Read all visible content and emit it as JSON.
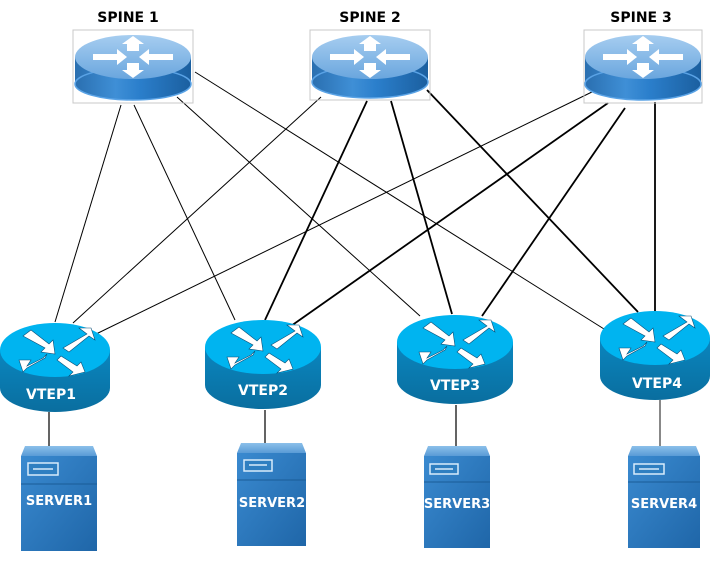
{
  "diagram": {
    "type": "spine-leaf network topology",
    "colors": {
      "spine_top": "#7ab2e3",
      "spine_body": "#1e73be",
      "vtep_top": "#00b4f0",
      "vtep_body": "#0a7db5",
      "server_body": "#2f7fc1",
      "link": "#000000"
    },
    "spines": [
      {
        "id": "spine1",
        "label": "SPINE 1"
      },
      {
        "id": "spine2",
        "label": "SPINE 2"
      },
      {
        "id": "spine3",
        "label": "SPINE 3"
      }
    ],
    "vteps": [
      {
        "id": "vtep1",
        "label": "VTEP1"
      },
      {
        "id": "vtep2",
        "label": "VTEP2"
      },
      {
        "id": "vtep3",
        "label": "VTEP3"
      },
      {
        "id": "vtep4",
        "label": "VTEP4"
      }
    ],
    "servers": [
      {
        "id": "server1",
        "label": "SERVER1",
        "connected_to": "vtep1"
      },
      {
        "id": "server2",
        "label": "SERVER2",
        "connected_to": "vtep2"
      },
      {
        "id": "server3",
        "label": "SERVER3",
        "connected_to": "vtep3"
      },
      {
        "id": "server4",
        "label": "SERVER4",
        "connected_to": "vtep4"
      }
    ],
    "links": [
      {
        "from": "spine1",
        "to": "vtep1"
      },
      {
        "from": "spine1",
        "to": "vtep2"
      },
      {
        "from": "spine1",
        "to": "vtep3"
      },
      {
        "from": "spine1",
        "to": "vtep4"
      },
      {
        "from": "spine2",
        "to": "vtep1"
      },
      {
        "from": "spine2",
        "to": "vtep2"
      },
      {
        "from": "spine2",
        "to": "vtep3"
      },
      {
        "from": "spine2",
        "to": "vtep4"
      },
      {
        "from": "spine3",
        "to": "vtep1"
      },
      {
        "from": "spine3",
        "to": "vtep2"
      },
      {
        "from": "spine3",
        "to": "vtep3"
      },
      {
        "from": "spine3",
        "to": "vtep4"
      }
    ]
  }
}
